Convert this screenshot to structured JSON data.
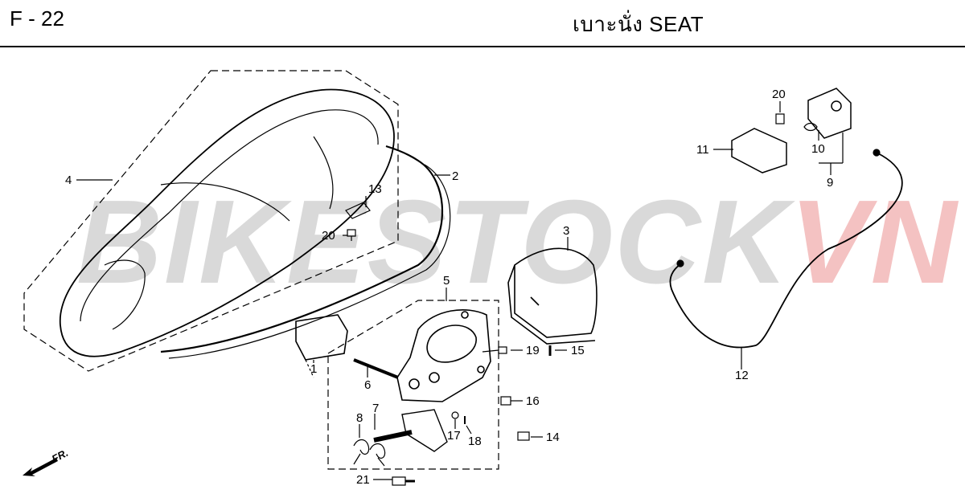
{
  "header": {
    "page_code": "F - 22",
    "title": "เบาะนั่ง  SEAT"
  },
  "watermark": {
    "text_a": "BIKESTOCK",
    "text_b": "VN",
    "color_a": "#d9d9d9",
    "color_b": "#f4c2c2"
  },
  "direction": {
    "label": "FR."
  },
  "callouts": {
    "c1": "1",
    "c2": "2",
    "c3": "3",
    "c4": "4",
    "c5": "5",
    "c6": "6",
    "c7": "7",
    "c8": "8",
    "c9": "9",
    "c10": "10",
    "c11": "11",
    "c12": "12",
    "c13": "13",
    "c14": "14",
    "c15": "15",
    "c16": "16",
    "c17": "17",
    "c18": "18",
    "c19": "19",
    "c20a": "20",
    "c20b": "20",
    "c21": "21"
  }
}
